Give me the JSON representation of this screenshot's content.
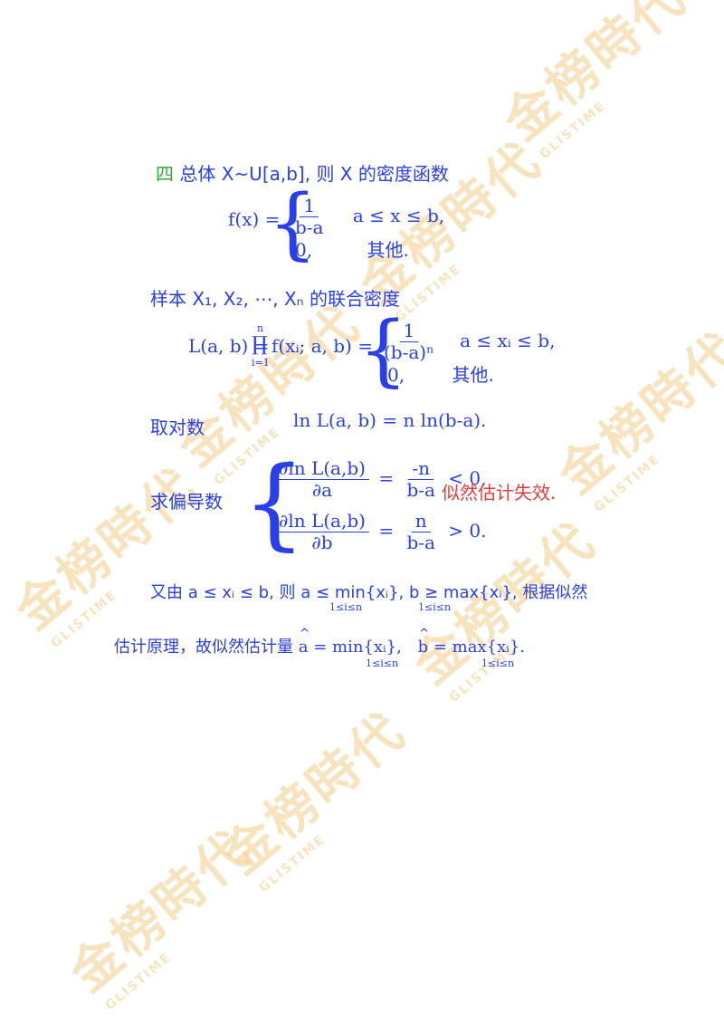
{
  "watermark": {
    "brand": "金榜時代",
    "subtitle": "GLISTIME"
  },
  "section": {
    "marker": "四",
    "intro": "总体 X~U[a,b], 则 X 的密度函数",
    "pdf_lhs": "f(x) =",
    "pdf_frac_num": "1",
    "pdf_frac_den": "b-a",
    "pdf_cond1": "a ≤ x ≤ b,",
    "pdf_zero": "0,",
    "pdf_cond2": "其他.",
    "sample_intro": "样本 X₁, X₂, ⋯, Xₙ 的联合密度",
    "lik_lhs": "L(a, b) =",
    "lik_prod": "∏",
    "lik_prod_top": "n",
    "lik_prod_bot": "i=1",
    "lik_mid": "f(xᵢ; a, b) =",
    "lik_frac_num": "1",
    "lik_frac_den": "(b-a)ⁿ",
    "lik_cond1": "a ≤ xᵢ ≤ b,",
    "lik_zero": "0,",
    "lik_cond2": "其他.",
    "log_label": "取对数",
    "log_eq": "ln L(a, b) = n ln(b-a).",
    "deriv_label": "求偏导数",
    "d1_num": "∂ln L(a,b)",
    "d1_den": "∂a",
    "d1_eq": "=",
    "d1_rnum": "-n",
    "d1_rden": "b-a",
    "d1_tail": "< 0,",
    "deriv_note": "似然估计失效.",
    "d2_num": "∂ln L(a,b)",
    "d2_den": "∂b",
    "d2_eq": "=",
    "d2_rnum": "n",
    "d2_rden": "b-a",
    "d2_tail": "> 0.",
    "line1": "又由 a ≤ xᵢ ≤ b, 则 a ≤ min{xᵢ}, b ≥ max{xᵢ}, 根据似然",
    "line1_sub1": "1≤i≤n",
    "line1_sub2": "1≤i≤n",
    "line2_a": "估计原理，故似然估计量",
    "line2_ahat": "a",
    "line2_b": "= min{xᵢ},",
    "line2_bhat": "b",
    "line2_c": "= max{xᵢ}.",
    "line2_sub1": "1≤i≤n",
    "line2_sub2": "1≤i≤n"
  }
}
